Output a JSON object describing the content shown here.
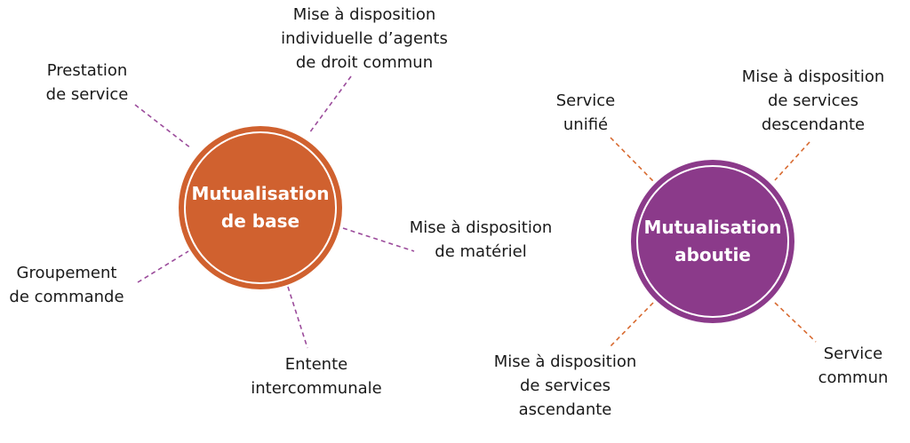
{
  "colors": {
    "base_hub": "#D0612F",
    "aboutie_hub": "#8B3A8A",
    "base_connector": "#9B4B9B",
    "aboutie_connector": "#D86A30",
    "hub_text": "#FFFFFF",
    "label_text": "#1A1A1A"
  },
  "hubs": {
    "base": {
      "label": "Mutualisation\nde base"
    },
    "aboutie": {
      "label": "Mutualisation\naboutie"
    }
  },
  "base_items": {
    "prestation": "Prestation\nde service",
    "mad_agents": "Mise à disposition\nindividuelle d’agents\nde droit commun",
    "mad_materiel": "Mise à disposition\nde matériel",
    "groupement": "Groupement\nde commande",
    "entente": "Entente\nintercommunale"
  },
  "aboutie_items": {
    "service_unifie": "Service\nunifié",
    "mad_descendante": "Mise à disposition\nde services\ndescendante",
    "service_commun": "Service\ncommun",
    "mad_ascendante": "Mise à disposition\nde services\nascendante"
  }
}
